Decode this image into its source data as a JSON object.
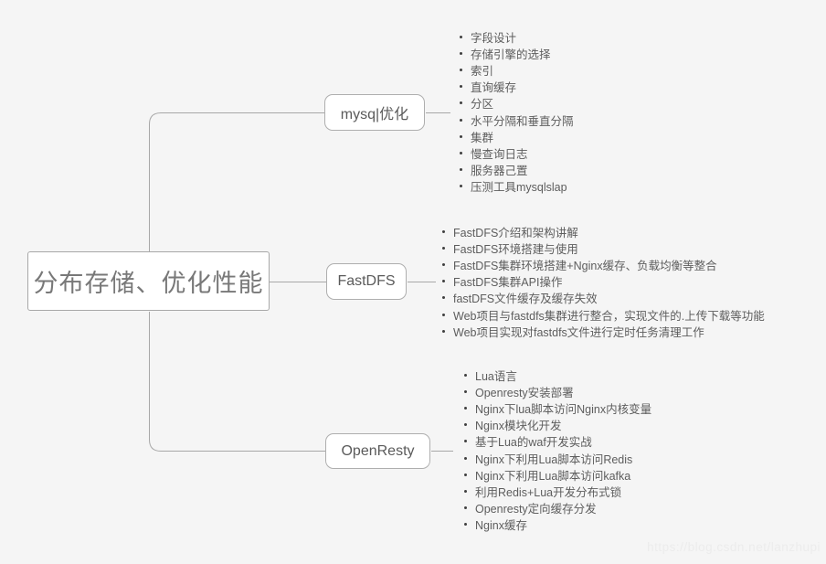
{
  "root": {
    "label": "分布存储、优化性能"
  },
  "branches": [
    {
      "label": "mysq|优化",
      "items": [
        "字段设计",
        "存储引擎的选择",
        "索引",
        "直询缓存",
        "分区",
        "水平分隔和垂直分隔",
        "集群",
        "慢查询日志",
        "服务器己置",
        "压测工具mysqlslap"
      ]
    },
    {
      "label": "FastDFS",
      "items": [
        "FastDFS介绍和架构讲解",
        "FastDFS环境搭建与使用",
        "FastDFS集群环境搭建+Nginx缓存、负载均衡等整合",
        "FastDFS集群API操作",
        "fastDFS文件缓存及缓存失效",
        "Web项目与fastdfs集群进行整合，实现文件的.上传下载等功能",
        "Web项目实现对fastdfs文件进行定时任务清理工作"
      ]
    },
    {
      "label": "OpenResty",
      "items": [
        "Lua语言",
        "Openresty安装部署",
        "Nginx下lua脚本访问Nginx内核变量",
        "Nginx模块化开发",
        "基于Lua的waf开发实战",
        "Nginx下利用Lua脚本访问Redis",
        "Nginx下利用Lua脚本访问kafka",
        "利用Redis+Lua开发分布式锁",
        "Openresty定向缓存分发",
        "Nginx缓存"
      ]
    }
  ],
  "watermark": "https://blog.csdn.net/lanzhupi",
  "colors": {
    "background": "#f5f5f5",
    "node_fill": "#ffffff",
    "node_border": "#aeaeae",
    "connector": "#a8a8a8",
    "text": "#5d5d5d",
    "watermark": "#ececec"
  }
}
